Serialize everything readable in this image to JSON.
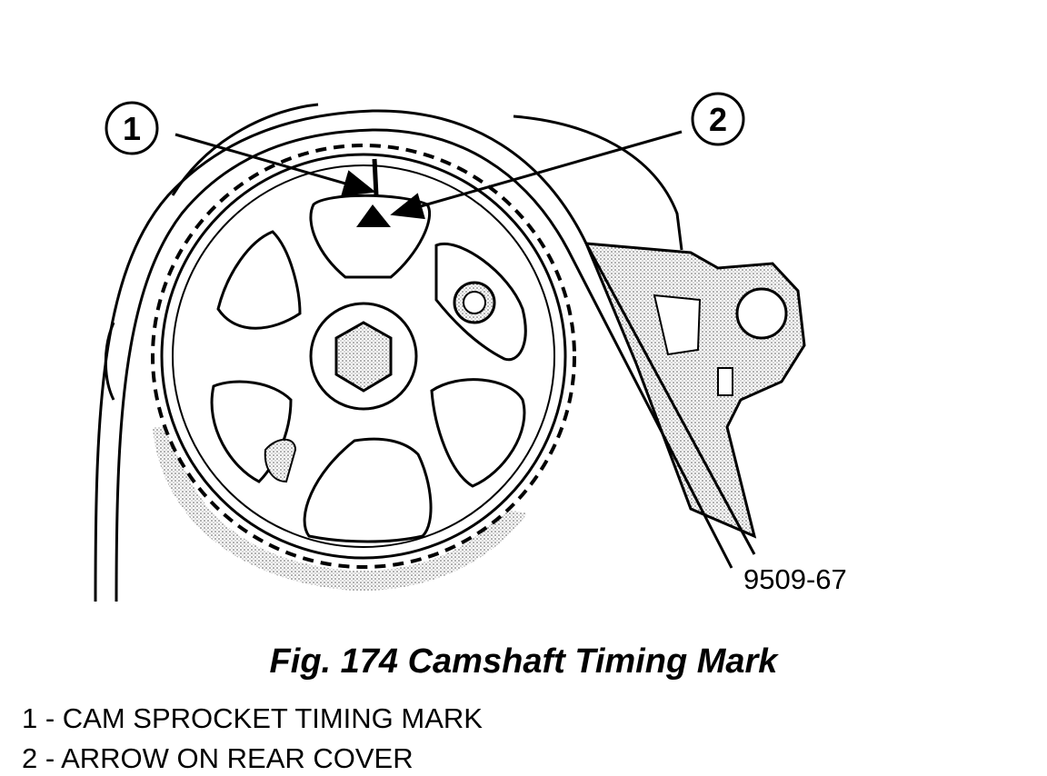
{
  "figure": {
    "code": "9509-67",
    "caption": "Fig. 174 Camshaft Timing Mark",
    "callouts": [
      {
        "number": "1",
        "target": "cam-sprocket-timing-mark"
      },
      {
        "number": "2",
        "target": "rear-cover-arrow"
      }
    ],
    "legend": [
      "1 - CAM SPROCKET TIMING MARK",
      "2 - ARROW ON REAR COVER"
    ]
  }
}
